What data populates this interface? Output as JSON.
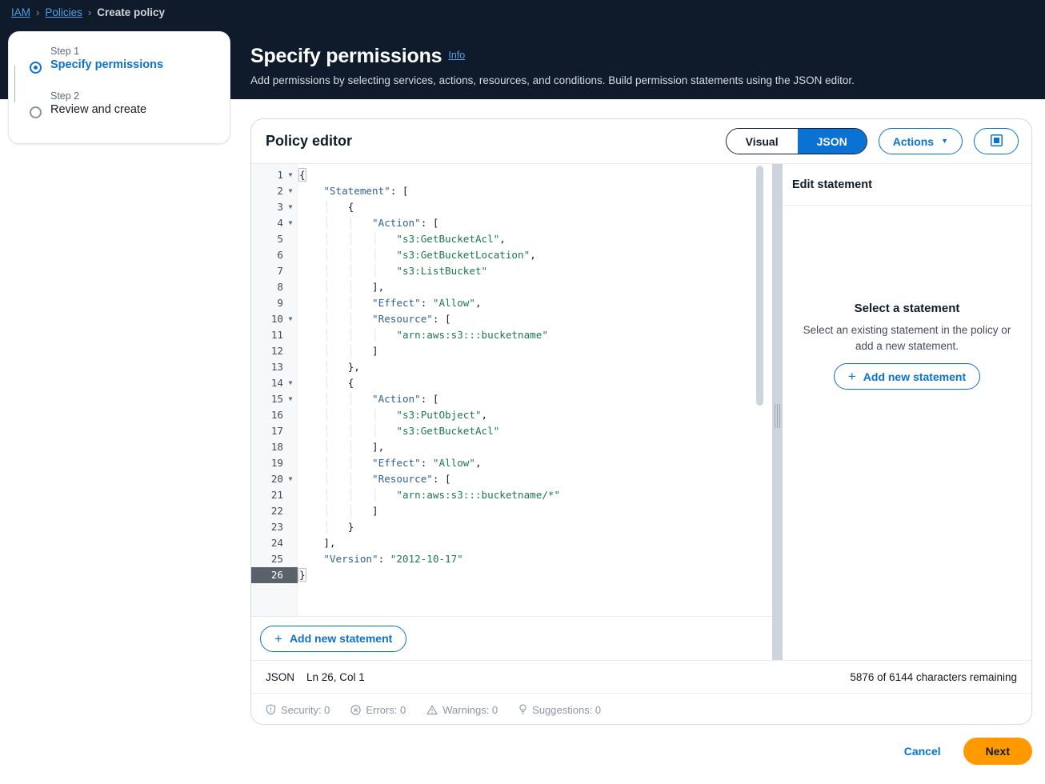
{
  "breadcrumb": {
    "items": [
      {
        "label": "IAM",
        "type": "link"
      },
      {
        "label": "Policies",
        "type": "link"
      },
      {
        "label": "Create policy",
        "type": "current"
      }
    ],
    "separator": "›"
  },
  "page": {
    "title": "Specify permissions",
    "info_label": "Info",
    "description": "Add permissions by selecting services, actions, resources, and conditions. Build permission statements using the JSON editor."
  },
  "stepper": {
    "steps": [
      {
        "kicker": "Step 1",
        "label": "Specify permissions",
        "state": "active"
      },
      {
        "kicker": "Step 2",
        "label": "Review and create",
        "state": "idle"
      }
    ]
  },
  "editor": {
    "title": "Policy editor",
    "view_toggle": {
      "options": [
        "Visual",
        "JSON"
      ],
      "selected": "JSON"
    },
    "actions_label": "Actions",
    "caret_glyph": "▼",
    "panel_toggle_icon": "panel-square-icon",
    "add_statement_label": "Add new statement",
    "plus_glyph": "+",
    "lines": [
      {
        "n": 1,
        "fold": true,
        "indent": 0,
        "text": "{",
        "kind": "pun",
        "current": false,
        "cursor_brace": true
      },
      {
        "n": 2,
        "fold": true,
        "indent": 1,
        "text": "\"Statement\": [",
        "kind": "keyarr",
        "current": false
      },
      {
        "n": 3,
        "fold": true,
        "indent": 2,
        "text": "{",
        "kind": "pun",
        "current": false
      },
      {
        "n": 4,
        "fold": true,
        "indent": 3,
        "text": "\"Action\": [",
        "kind": "keyarr",
        "current": false
      },
      {
        "n": 5,
        "fold": false,
        "indent": 4,
        "text": "\"s3:GetBucketAcl\",",
        "kind": "str",
        "current": false
      },
      {
        "n": 6,
        "fold": false,
        "indent": 4,
        "text": "\"s3:GetBucketLocation\",",
        "kind": "str",
        "current": false
      },
      {
        "n": 7,
        "fold": false,
        "indent": 4,
        "text": "\"s3:ListBucket\"",
        "kind": "str",
        "current": false
      },
      {
        "n": 8,
        "fold": false,
        "indent": 3,
        "text": "],",
        "kind": "pun",
        "current": false
      },
      {
        "n": 9,
        "fold": false,
        "indent": 3,
        "text": "\"Effect\": \"Allow\",",
        "kind": "keyval",
        "current": false
      },
      {
        "n": 10,
        "fold": true,
        "indent": 3,
        "text": "\"Resource\": [",
        "kind": "keyarr",
        "current": false
      },
      {
        "n": 11,
        "fold": false,
        "indent": 4,
        "text": "\"arn:aws:s3:::bucketname\"",
        "kind": "str",
        "current": false
      },
      {
        "n": 12,
        "fold": false,
        "indent": 3,
        "text": "]",
        "kind": "pun",
        "current": false
      },
      {
        "n": 13,
        "fold": false,
        "indent": 2,
        "text": "},",
        "kind": "pun",
        "current": false
      },
      {
        "n": 14,
        "fold": true,
        "indent": 2,
        "text": "{",
        "kind": "pun",
        "current": false
      },
      {
        "n": 15,
        "fold": true,
        "indent": 3,
        "text": "\"Action\": [",
        "kind": "keyarr",
        "current": false
      },
      {
        "n": 16,
        "fold": false,
        "indent": 4,
        "text": "\"s3:PutObject\",",
        "kind": "str",
        "current": false
      },
      {
        "n": 17,
        "fold": false,
        "indent": 4,
        "text": "\"s3:GetBucketAcl\"",
        "kind": "str",
        "current": false
      },
      {
        "n": 18,
        "fold": false,
        "indent": 3,
        "text": "],",
        "kind": "pun",
        "current": false
      },
      {
        "n": 19,
        "fold": false,
        "indent": 3,
        "text": "\"Effect\": \"Allow\",",
        "kind": "keyval",
        "current": false
      },
      {
        "n": 20,
        "fold": true,
        "indent": 3,
        "text": "\"Resource\": [",
        "kind": "keyarr",
        "current": false
      },
      {
        "n": 21,
        "fold": false,
        "indent": 4,
        "text": "\"arn:aws:s3:::bucketname/*\"",
        "kind": "str",
        "current": false
      },
      {
        "n": 22,
        "fold": false,
        "indent": 3,
        "text": "]",
        "kind": "pun",
        "current": false
      },
      {
        "n": 23,
        "fold": false,
        "indent": 2,
        "text": "}",
        "kind": "pun",
        "current": false
      },
      {
        "n": 24,
        "fold": false,
        "indent": 1,
        "text": "],",
        "kind": "pun",
        "current": false
      },
      {
        "n": 25,
        "fold": false,
        "indent": 1,
        "text": "\"Version\": \"2012-10-17\"",
        "kind": "keyval",
        "current": false
      },
      {
        "n": 26,
        "fold": false,
        "indent": 0,
        "text": "}",
        "kind": "pun",
        "current": true,
        "cursor_brace": true
      }
    ]
  },
  "side_panel": {
    "header": "Edit statement",
    "empty_title": "Select a statement",
    "empty_description": "Select an existing statement in the policy or add a new statement.",
    "add_statement_label": "Add new statement",
    "plus_glyph": "+"
  },
  "status": {
    "format": "JSON",
    "cursor": "Ln 26, Col 1",
    "characters": "5876 of 6144 characters remaining"
  },
  "lint": [
    {
      "icon": "shield-icon",
      "label": "Security: 0"
    },
    {
      "icon": "error-icon",
      "label": "Errors: 0"
    },
    {
      "icon": "warning-icon",
      "label": "Warnings: 0"
    },
    {
      "icon": "lightbulb-icon",
      "label": "Suggestions: 0"
    }
  ],
  "footer": {
    "cancel_label": "Cancel",
    "next_label": "Next"
  },
  "colors": {
    "header_bg": "#0f1b2a",
    "accent_blue": "#0972d3",
    "link_blue": "#539fe5",
    "next_orange": "#ff9900",
    "json_key": "#2e5f9a",
    "json_string": "#1a7a4c"
  }
}
